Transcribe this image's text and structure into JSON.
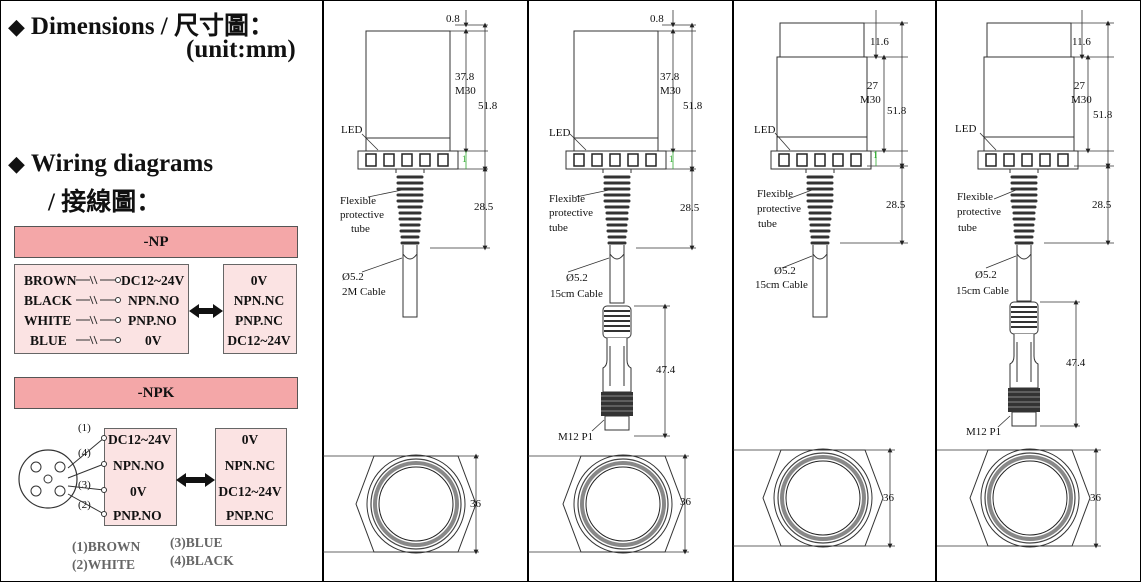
{
  "sections": {
    "dimensions_title": "Dimensions / 尺寸圖：",
    "dimensions_unit": "(unit:mm)",
    "wiring_title": "Wiring diagrams",
    "wiring_subtitle": "/ 接線圖："
  },
  "np": {
    "header": "-NP",
    "wires": [
      "BROWN",
      "BLACK",
      "WHITE",
      "BLUE"
    ],
    "left_signals": [
      "DC12~24V",
      "NPN.NO",
      "PNP.NO",
      "0V"
    ],
    "right_signals": [
      "0V",
      "NPN.NC",
      "PNP.NC",
      "DC12~24V"
    ]
  },
  "npk": {
    "header": "-NPK",
    "pins": [
      "(1)",
      "(4)",
      "(3)",
      "(2)"
    ],
    "left_signals": [
      "DC12~24V",
      "NPN.NO",
      "0V",
      "PNP.NO"
    ],
    "right_signals": [
      "0V",
      "NPN.NC",
      "DC12~24V",
      "PNP.NC"
    ],
    "legend": [
      "(1)BROWN",
      "(3)BLUE",
      "(2)WHITE",
      "(4)BLACK"
    ]
  },
  "drawings": [
    {
      "dims": {
        "top": "0.8",
        "body": "37.8",
        "thread": "M30",
        "total": "51.8",
        "led_gap": "1",
        "tube": "28.5"
      },
      "labels": {
        "led": "LED",
        "tube1": "Flexible",
        "tube2": "protective",
        "tube3": "tube",
        "cable_d": "Ø5.2",
        "cable": "2M Cable"
      },
      "nut": "36"
    },
    {
      "dims": {
        "top": "0.8",
        "body": "37.8",
        "thread": "M30",
        "total": "51.8",
        "led_gap": "1",
        "tube": "28.5",
        "connector": "47.4"
      },
      "labels": {
        "led": "LED",
        "tube1": "Flexible",
        "tube2": "protective",
        "tube3": "tube",
        "cable_d": "Ø5.2",
        "cable": "15cm Cable",
        "plug": "M12 P1"
      },
      "nut": "36"
    },
    {
      "dims": {
        "top": "11.6",
        "body": "27",
        "thread": "M30",
        "total": "51.8",
        "led_gap": "1",
        "tube": "28.5"
      },
      "labels": {
        "led": "LED",
        "tube1": "Flexible",
        "tube2": "protective",
        "tube3": "tube",
        "cable_d": "Ø5.2",
        "cable": "15cm Cable"
      },
      "nut": "36"
    },
    {
      "dims": {
        "top": "11.6",
        "body": "27",
        "thread": "M30",
        "total": "51.8",
        "tube": "28.5",
        "connector": "47.4"
      },
      "labels": {
        "led": "LED",
        "tube1": "Flexible",
        "tube2": "protective",
        "tube3": "tube",
        "cable_d": "Ø5.2",
        "cable": "15cm Cable",
        "plug": "M12 P1"
      },
      "nut": "36"
    }
  ]
}
